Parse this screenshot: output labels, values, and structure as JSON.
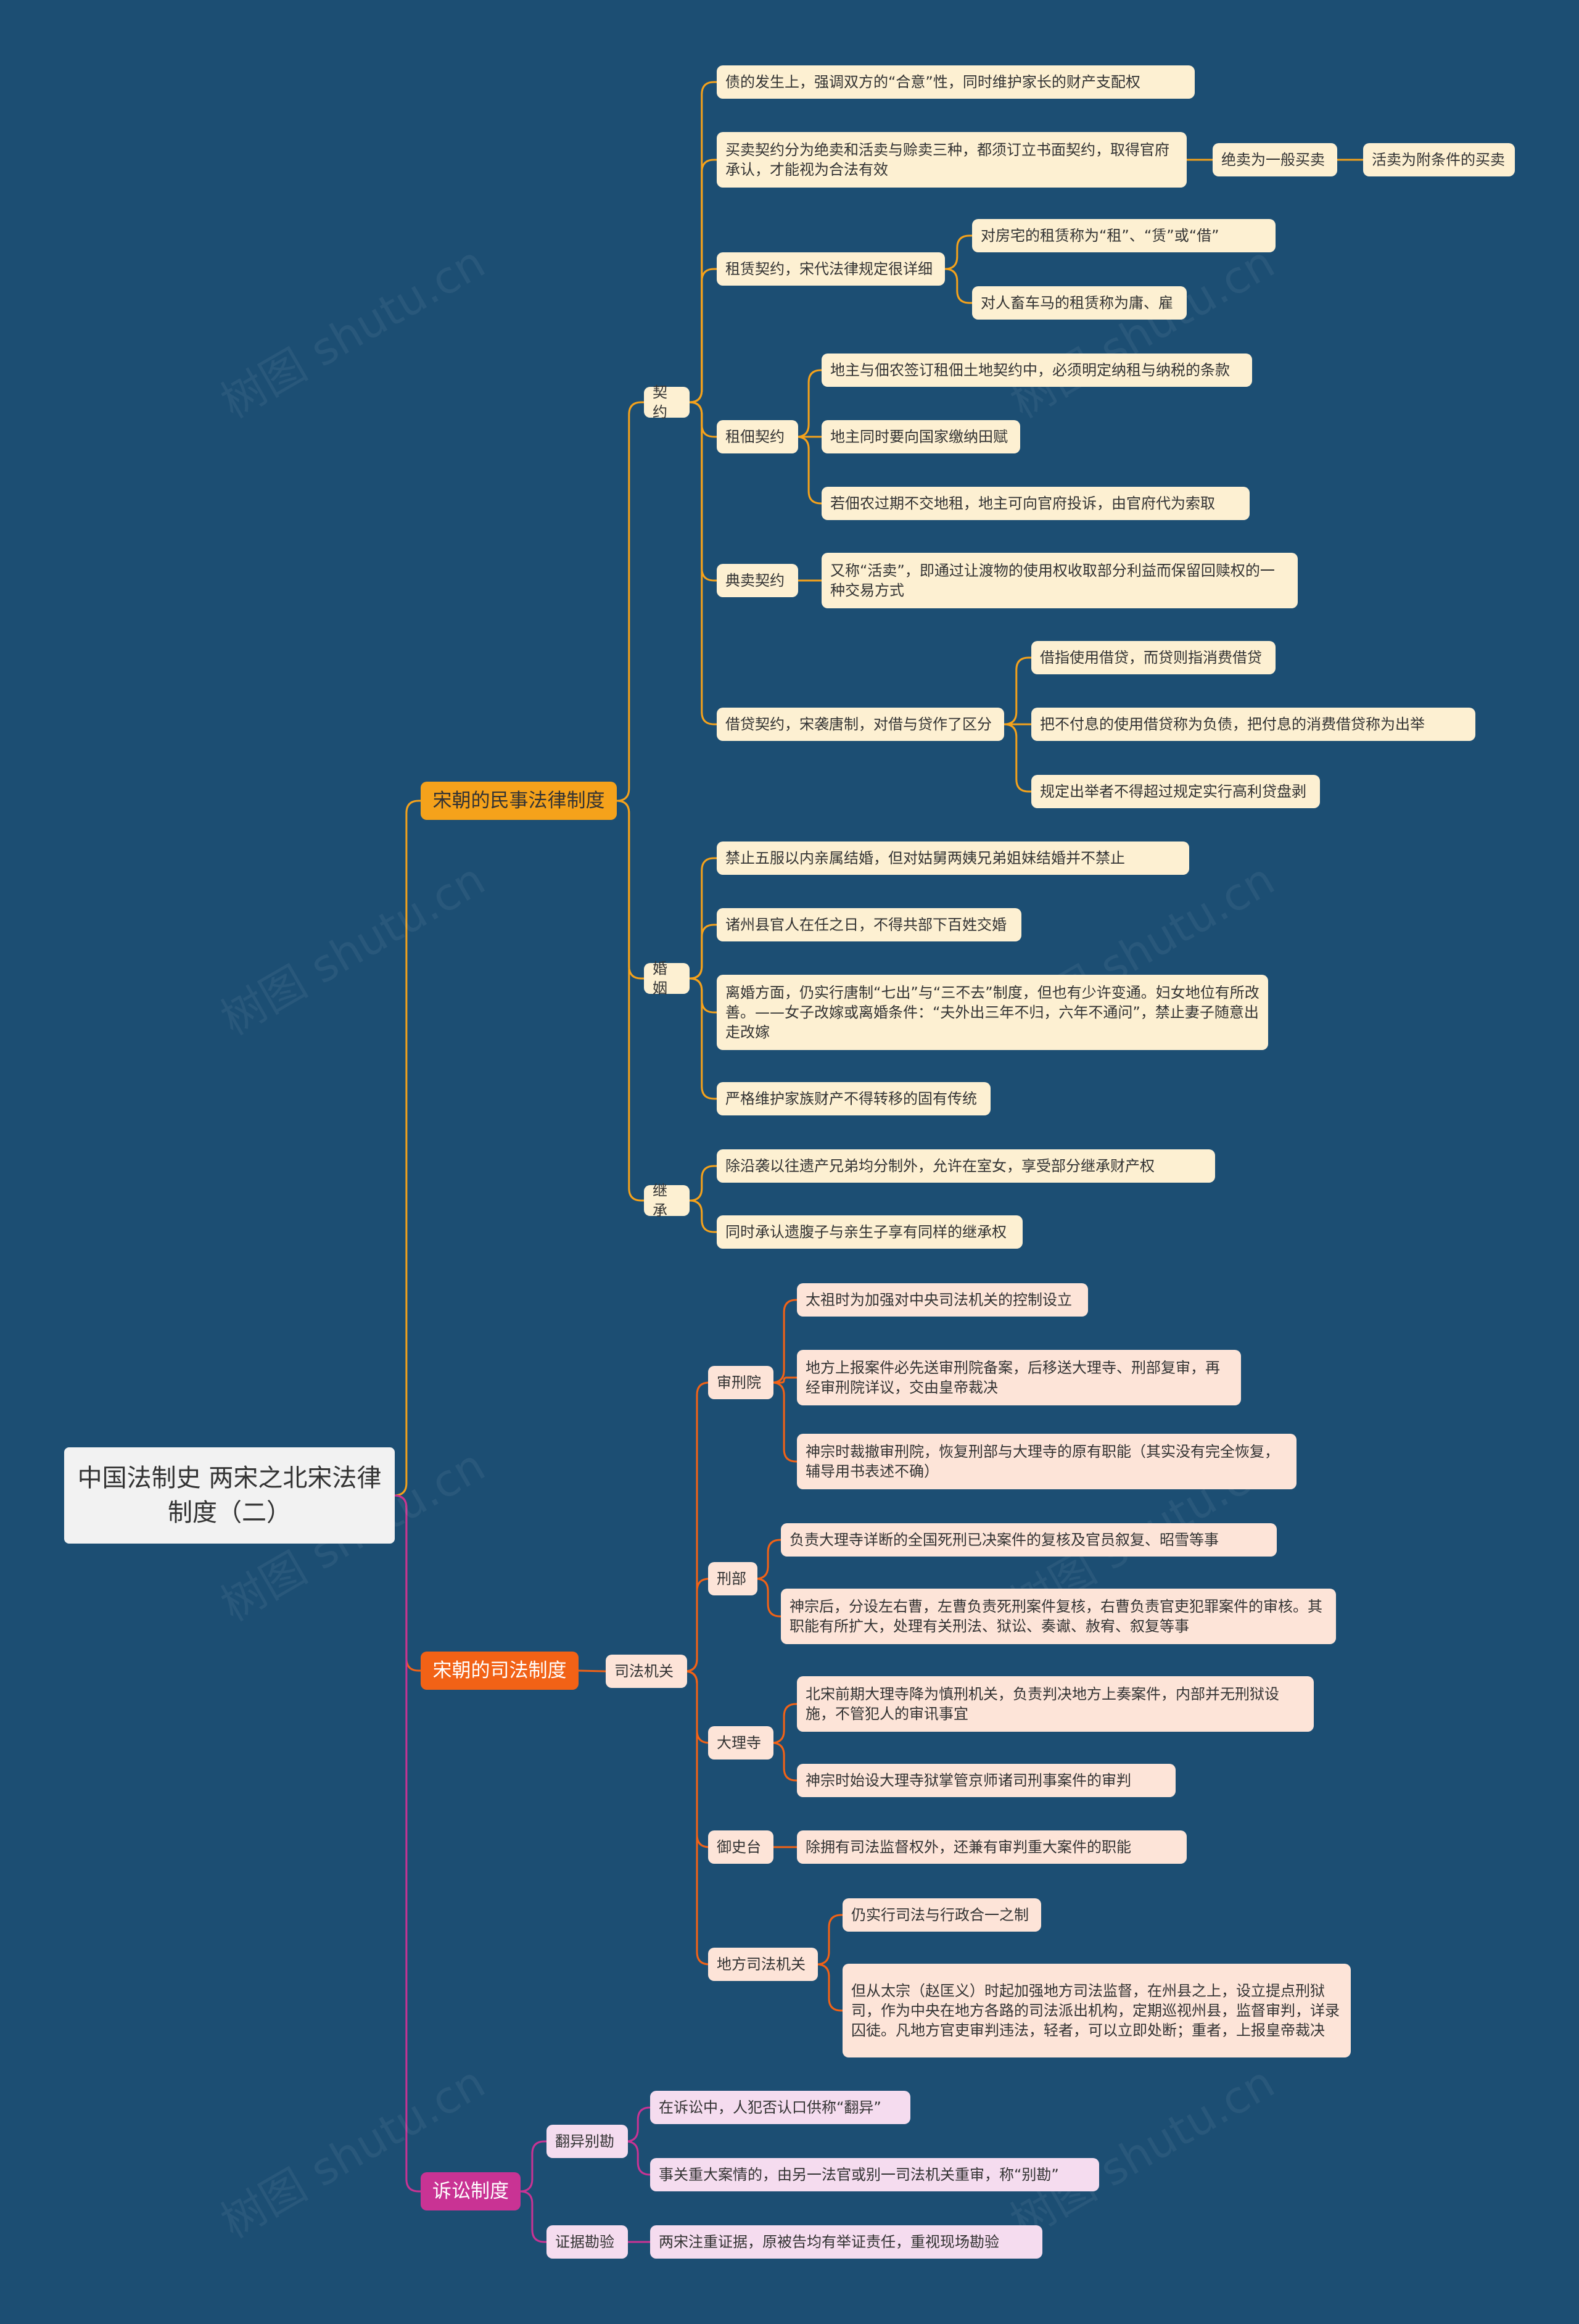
{
  "root": "中国法制史  两宋之北宋法律制度（二）",
  "watermark": "树图 shutu.cn",
  "colors": {
    "background": "#1c4e73",
    "civil": "#f5a21b",
    "judicial": "#f26216",
    "litigation": "#c93394"
  },
  "branches": {
    "civil": {
      "label": "宋朝的民事法律制度",
      "contract": {
        "label": "契约",
        "debt": "债的发生上，强调双方的“合意”性，同时维护家长的财产支配权",
        "sale": {
          "label": "买卖契约分为绝卖和活卖与赊卖三种，都须订立书面契约，取得官府承认，才能视为合法有效",
          "absolute": "绝卖为一般买卖",
          "conditional": "活卖为附条件的买卖"
        },
        "lease": {
          "label": "租赁契约，宋代法律规定很详细",
          "house": "对房宅的租赁称为“租”、“赁”或“借”",
          "animals": "对人畜车马的租赁称为庸、雇"
        },
        "tenancy": {
          "label": "租佃契约",
          "items": [
            "地主与佃农签订租佃土地契约中，必须明定纳租与纳税的条款",
            "地主同时要向国家缴纳田赋",
            "若佃农过期不交地租，地主可向官府投诉，由官府代为索取"
          ]
        },
        "pawn": {
          "label": "典卖契约",
          "desc": "又称“活卖”，即通过让渡物的使用权收取部分利益而保留回赎权的一种交易方式"
        },
        "loan": {
          "label": "借贷契约，宋袭唐制，对借与贷作了区分",
          "items": [
            "借指使用借贷，而贷则指消费借贷",
            "把不付息的使用借贷称为负债，把付息的消费借贷称为出举",
            "规定出举者不得超过规定实行高利贷盘剥"
          ]
        }
      },
      "marriage": {
        "label": "婚姻",
        "items": [
          "禁止五服以内亲属结婚，但对姑舅两姨兄弟姐妹结婚并不禁止",
          "诸州县官人在任之日，不得共部下百姓交婚",
          "离婚方面，仍实行唐制“七出”与“三不去”制度，但也有少许变通。妇女地位有所改善。——女子改嫁或离婚条件：“夫外出三年不归，六年不通问”，禁止妻子随意出走改嫁",
          "严格维护家族财产不得转移的固有传统"
        ]
      },
      "inheritance": {
        "label": "继承",
        "items": [
          "除沿袭以往遗产兄弟均分制外，允许在室女，享受部分继承财产权",
          "同时承认遗腹子与亲生子享有同样的继承权"
        ]
      }
    },
    "judicial": {
      "label": "宋朝的司法制度",
      "organs": {
        "label": "司法机关",
        "shenxing": {
          "label": "审刑院",
          "items": [
            "太祖时为加强对中央司法机关的控制设立",
            "地方上报案件必先送审刑院备案，后移送大理寺、刑部复审，再经审刑院详议，交由皇帝裁决",
            "神宗时裁撤审刑院，恢复刑部与大理寺的原有职能（其实没有完全恢复，辅导用书表述不确）"
          ]
        },
        "xingbu": {
          "label": "刑部",
          "items": [
            "负责大理寺详断的全国死刑已决案件的复核及官员叙复、昭雪等事",
            "神宗后，分设左右曹，左曹负责死刑案件复核，右曹负责官吏犯罪案件的审核。其职能有所扩大，处理有关刑法、狱讼、奏谳、赦宥、叙复等事"
          ]
        },
        "dali": {
          "label": "大理寺",
          "items": [
            "北宋前期大理寺降为慎刑机关，负责判决地方上奏案件，内部并无刑狱设施，不管犯人的审讯事宜",
            "神宗时始设大理寺狱掌管京师诸司刑事案件的审判"
          ]
        },
        "yushi": {
          "label": "御史台",
          "items": [
            "除拥有司法监督权外，还兼有审判重大案件的职能"
          ]
        },
        "local": {
          "label": "地方司法机关",
          "items": [
            "仍实行司法与行政合一之制",
            "但从太宗（赵匡义）时起加强地方司法监督，在州县之上，设立提点刑狱司，作为中央在地方各路的司法派出机构，定期巡视州县，监督审判，详录囚徒。凡地方官吏审判违法，轻者，可以立即处断；重者，上报皇帝裁决"
          ]
        }
      }
    },
    "litigation": {
      "label": "诉讼制度",
      "fanyi": {
        "label": "翻异别勘",
        "items": [
          "在诉讼中，人犯否认口供称“翻异”",
          "事关重大案情的，由另一法官或别一司法机关重审，称“别勘”"
        ]
      },
      "evidence": {
        "label": "证据勘验",
        "items": [
          "两宋注重证据，原被告均有举证责任，重视现场勘验"
        ]
      }
    }
  }
}
